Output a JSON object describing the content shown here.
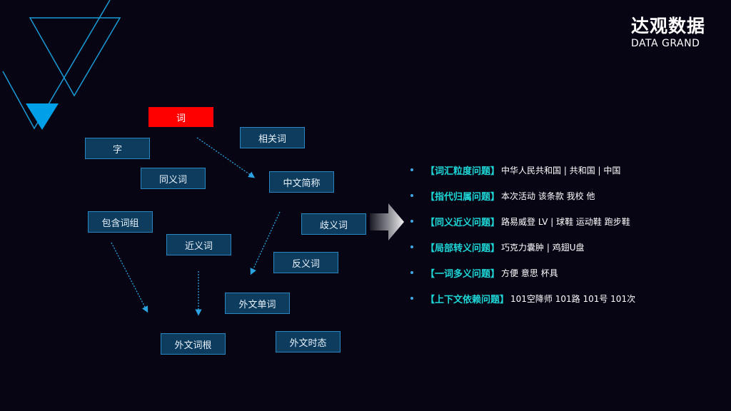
{
  "brand": {
    "name_cn": "达观数据",
    "name_en": "DATA GRAND"
  },
  "nodes": {
    "word": "词",
    "char": "字",
    "related_words": "相关词",
    "synonyms": "同义词",
    "chinese_abbreviation": "中文简称",
    "phrase_containing": "包含词组",
    "ambiguous_words": "歧义词",
    "near_synonyms": "近义词",
    "antonyms": "反义词",
    "foreign_words": "外文单词",
    "foreign_roots": "外文词根",
    "foreign_tense": "外文时态"
  },
  "problems": [
    {
      "title": "【词汇粒度问题】",
      "example": "中华人民共和国 | 共和国 | 中国"
    },
    {
      "title": "【指代归属问题】",
      "example": "本次活动  该条款  我校  他"
    },
    {
      "title": "【同义近义问题】",
      "example": "路易威登 LV  | 球鞋 运动鞋 跑步鞋"
    },
    {
      "title": "【局部转义问题】",
      "example": "巧克力囊肿 | 鸡翅U盘"
    },
    {
      "title": "【一词多义问题】",
      "example": "方便   意思     杯具"
    },
    {
      "title": "【上下文依赖问题】",
      "example": "101空降师  101路  101号  101次"
    }
  ],
  "colors": {
    "background": "#070514",
    "node_fill": "#0d3c5f",
    "node_border": "#2a86c1",
    "highlight": "#ff0000",
    "problem_title": "#1ed8d8",
    "accent": "#00a0e9"
  }
}
